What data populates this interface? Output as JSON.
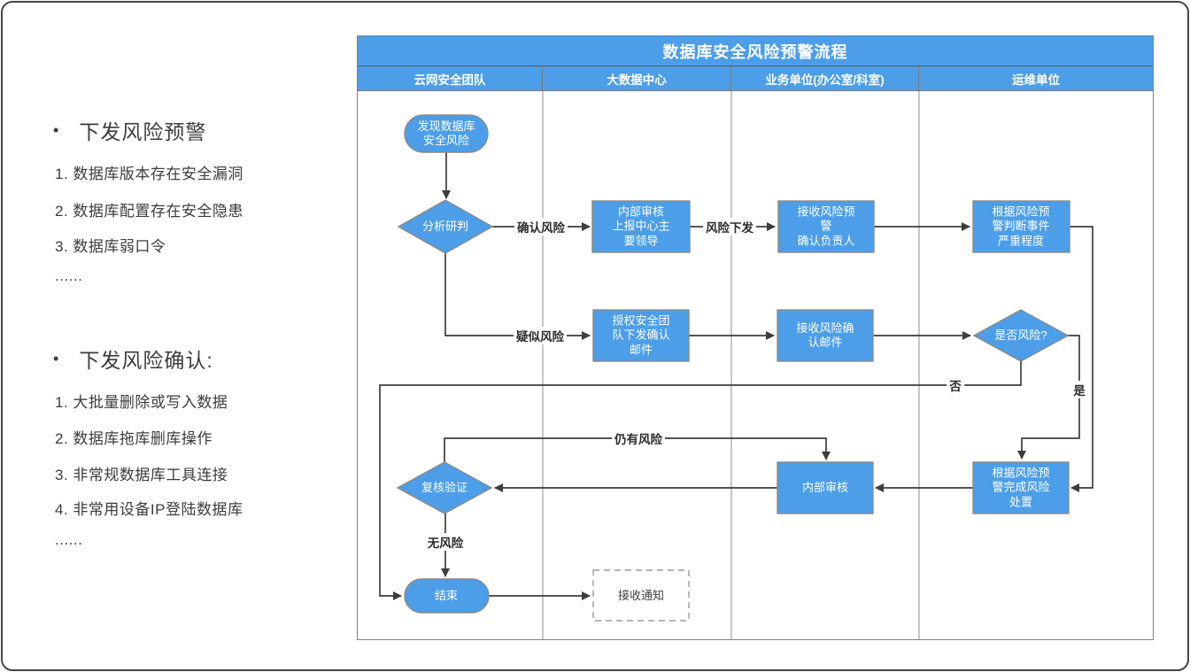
{
  "left_panel": {
    "sections": [
      {
        "bullet": "•",
        "heading": "下发风险预警",
        "items": [
          "1. 数据库版本存在安全漏洞",
          "2. 数据库配置存在安全隐患",
          "3. 数据库弱口令",
          "......"
        ]
      },
      {
        "bullet": "•",
        "heading": "下发风险确认:",
        "items": [
          "1. 大批量删除或写入数据",
          "2. 数据库拖库删库操作",
          "3. 非常规数据库工具连接",
          "4. 非常用设备IP登陆数据库",
          "......"
        ]
      }
    ]
  },
  "flowchart": {
    "title": "数据库安全风险预警流程",
    "lanes": [
      "云网安全团队",
      "大数据中心",
      "业务单位(办公室/科室)",
      "运维单位"
    ],
    "nodes": {
      "start": "发现数据库\n安全风险",
      "analyze": "分析研判",
      "report_leaders": "内部审核\n上报中心主\n要领导",
      "receive_warning": "接收风险预\n警\n确认负责人",
      "judge_severity": "根据风险预\n警判断事件\n严重程度",
      "authorize_email": "授权安全团\n队下发确认\n邮件",
      "receive_confirm_email": "接收风险确\n认邮件",
      "is_risk": "是否风险?",
      "reverify": "复核验证",
      "internal_audit": "内部审核",
      "complete_disposal": "根据风险预\n警完成风险\n处置",
      "end": "结束",
      "receive_notice": "接收通知"
    },
    "edge_labels": {
      "confirm_risk": "确认风险",
      "risk_issue": "风险下发",
      "suspected_risk": "疑似风险",
      "no": "否",
      "yes": "是",
      "still_risk": "仍有风险",
      "no_risk": "无风险"
    },
    "colors": {
      "shape_blue": "#4C9EE8",
      "shape_border": "#8a8a8a",
      "line": "#3d3d3d",
      "grid": "#8e8e8e",
      "text_white": "#ffffff",
      "text_dark": "#3c3c3c"
    }
  }
}
